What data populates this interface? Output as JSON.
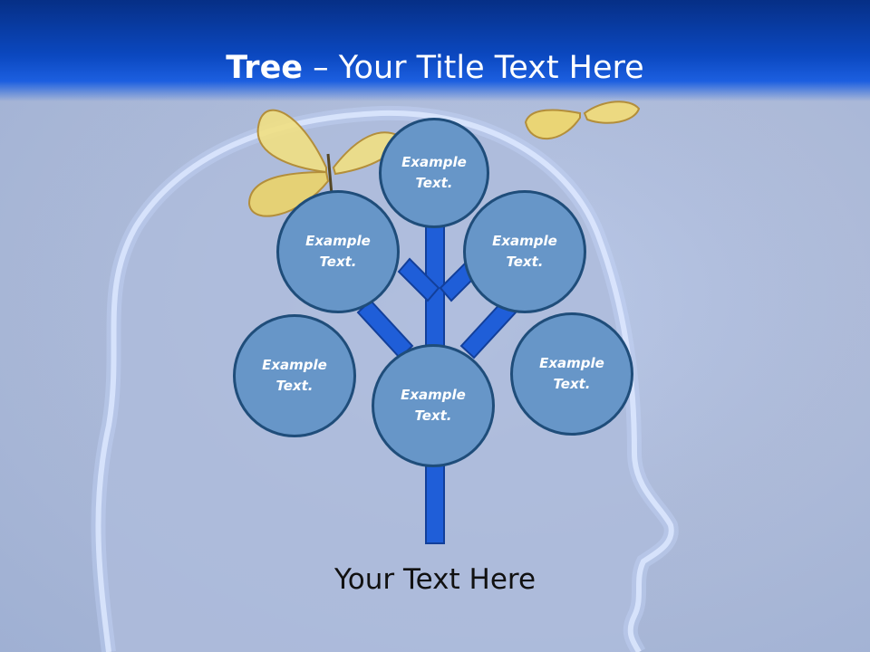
{
  "slide": {
    "title_bold": "Tree",
    "title_rest": " – Your Title Text Here",
    "caption": "Your Text Here"
  },
  "nodes": [
    {
      "id": "top",
      "text": "Example Text."
    },
    {
      "id": "upper-left",
      "text": "Example Text."
    },
    {
      "id": "upper-right",
      "text": "Example Text."
    },
    {
      "id": "left",
      "text": "Example Text."
    },
    {
      "id": "center",
      "text": "Example Text."
    },
    {
      "id": "right",
      "text": "Example Text."
    }
  ],
  "colors": {
    "header": "#0b48c0",
    "node_fill": "#6796c8",
    "node_border": "#1f4d7a",
    "branch": "#1f5ed8"
  },
  "decorations": [
    "head-silhouette",
    "butterfly-left",
    "butterfly-right"
  ]
}
